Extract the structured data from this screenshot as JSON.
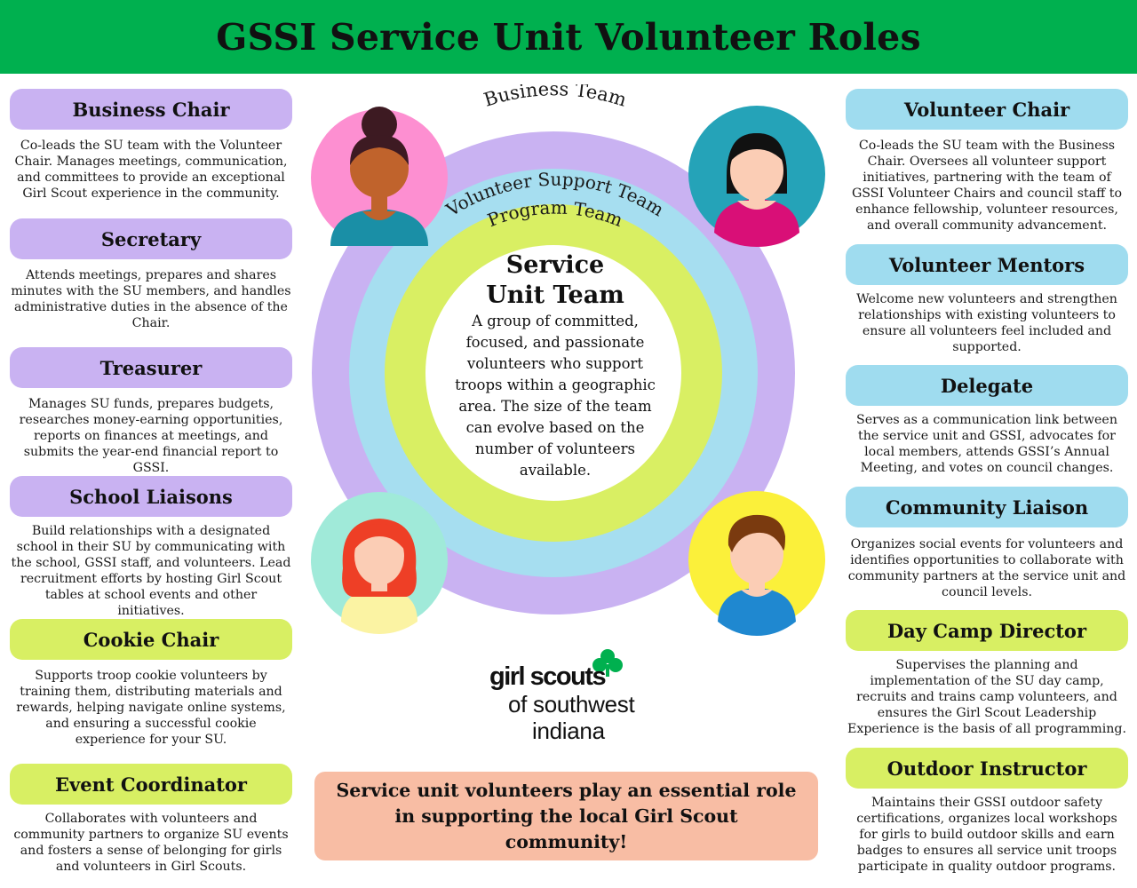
{
  "header": {
    "title": "GSSI Service Unit Volunteer Roles"
  },
  "left_roles": [
    {
      "title": "Business Chair",
      "desc": "Co-leads the SU team with the Volunteer Chair. Manages meetings, communication, and committees to provide an exceptional Girl Scout experience in the community."
    },
    {
      "title": "Secretary",
      "desc": "Attends meetings, prepares and shares minutes with the SU members, and handles administrative duties in the absence of the Chair."
    },
    {
      "title": "Treasurer",
      "desc": "Manages SU funds, prepares budgets, researches money-earning opportunities, reports on finances at meetings, and submits the year-end financial report to GSSI."
    },
    {
      "title": "School Liaisons",
      "desc": "Build relationships with a  designated school in their SU by communicating with the school, GSSI staff, and volunteers. Lead recruitment efforts by hosting Girl Scout tables at school events and other initiatives."
    },
    {
      "title": "Cookie Chair",
      "desc": "Supports troop cookie volunteers by training them, distributing materials and rewards, helping navigate online systems, and ensuring a successful cookie experience for your SU."
    },
    {
      "title": "Event Coordinator",
      "desc": "Collaborates with volunteers and community partners to organize SU events and fosters a sense of belonging for girls and volunteers in Girl Scouts."
    }
  ],
  "right_roles": [
    {
      "title": "Volunteer Chair",
      "desc": "Co-leads the SU team with the Business Chair. Oversees all volunteer support initiatives, partnering with the team of GSSI Volunteer Chairs and council staff to enhance fellowship, volunteer resources, and overall community advancement."
    },
    {
      "title": "Volunteer Mentors",
      "desc": "Welcome new volunteers and strengthen relationships with existing volunteers to ensure all volunteers feel included and supported."
    },
    {
      "title": "Delegate",
      "desc": "Serves as a communication link between the service unit and GSSI, advocates for local members, attends GSSI’s Annual Meeting, and votes on council changes."
    },
    {
      "title": "Community Liaison",
      "desc": "Organizes social events for volunteers and identifies opportunities to collaborate with community partners at the service unit and council levels."
    },
    {
      "title": "Day Camp Director",
      "desc": "Supervises the planning and implementation of the SU day camp, recruits and trains camp volunteers, and ensures the Girl Scout Leadership Experience is the basis of all programming."
    },
    {
      "title": "Outdoor Instructor",
      "desc": "Maintains their GSSI outdoor safety certifications, organizes local workshops for girls to build outdoor skills and earn badges to ensures all service unit troops participate in quality outdoor programs."
    }
  ],
  "diagram": {
    "rings": [
      "Business Team",
      "Volunteer Support Team",
      "Program Team"
    ],
    "center_title_1": "Service",
    "center_title_2": "Unit Team",
    "center_desc": "A group of committed, focused, and passionate volunteers who support troops within a geographic area. The size of the team can evolve based on the number of volunteers available."
  },
  "logo": {
    "line1": "girl scouts",
    "line2": "of southwest",
    "line3": "indiana"
  },
  "banner": {
    "text": "Service unit volunteers play an essential role in supporting the local Girl Scout community!"
  },
  "colors": {
    "header": "#00b04f",
    "purple": "#c9b2f2",
    "green": "#d8ef63",
    "blue": "#9fdcef",
    "ring_outer": "#c9b2f2",
    "ring_mid": "#a6def0",
    "ring_inner": "#d9ef63",
    "banner": "#f8bda4",
    "clover": "#00b04f"
  },
  "icons": [
    "avatar-woman-bun-icon",
    "avatar-woman-black-hair-icon",
    "avatar-girl-red-hair-icon",
    "avatar-man-brown-hair-icon",
    "trefoil-clover-icon"
  ]
}
